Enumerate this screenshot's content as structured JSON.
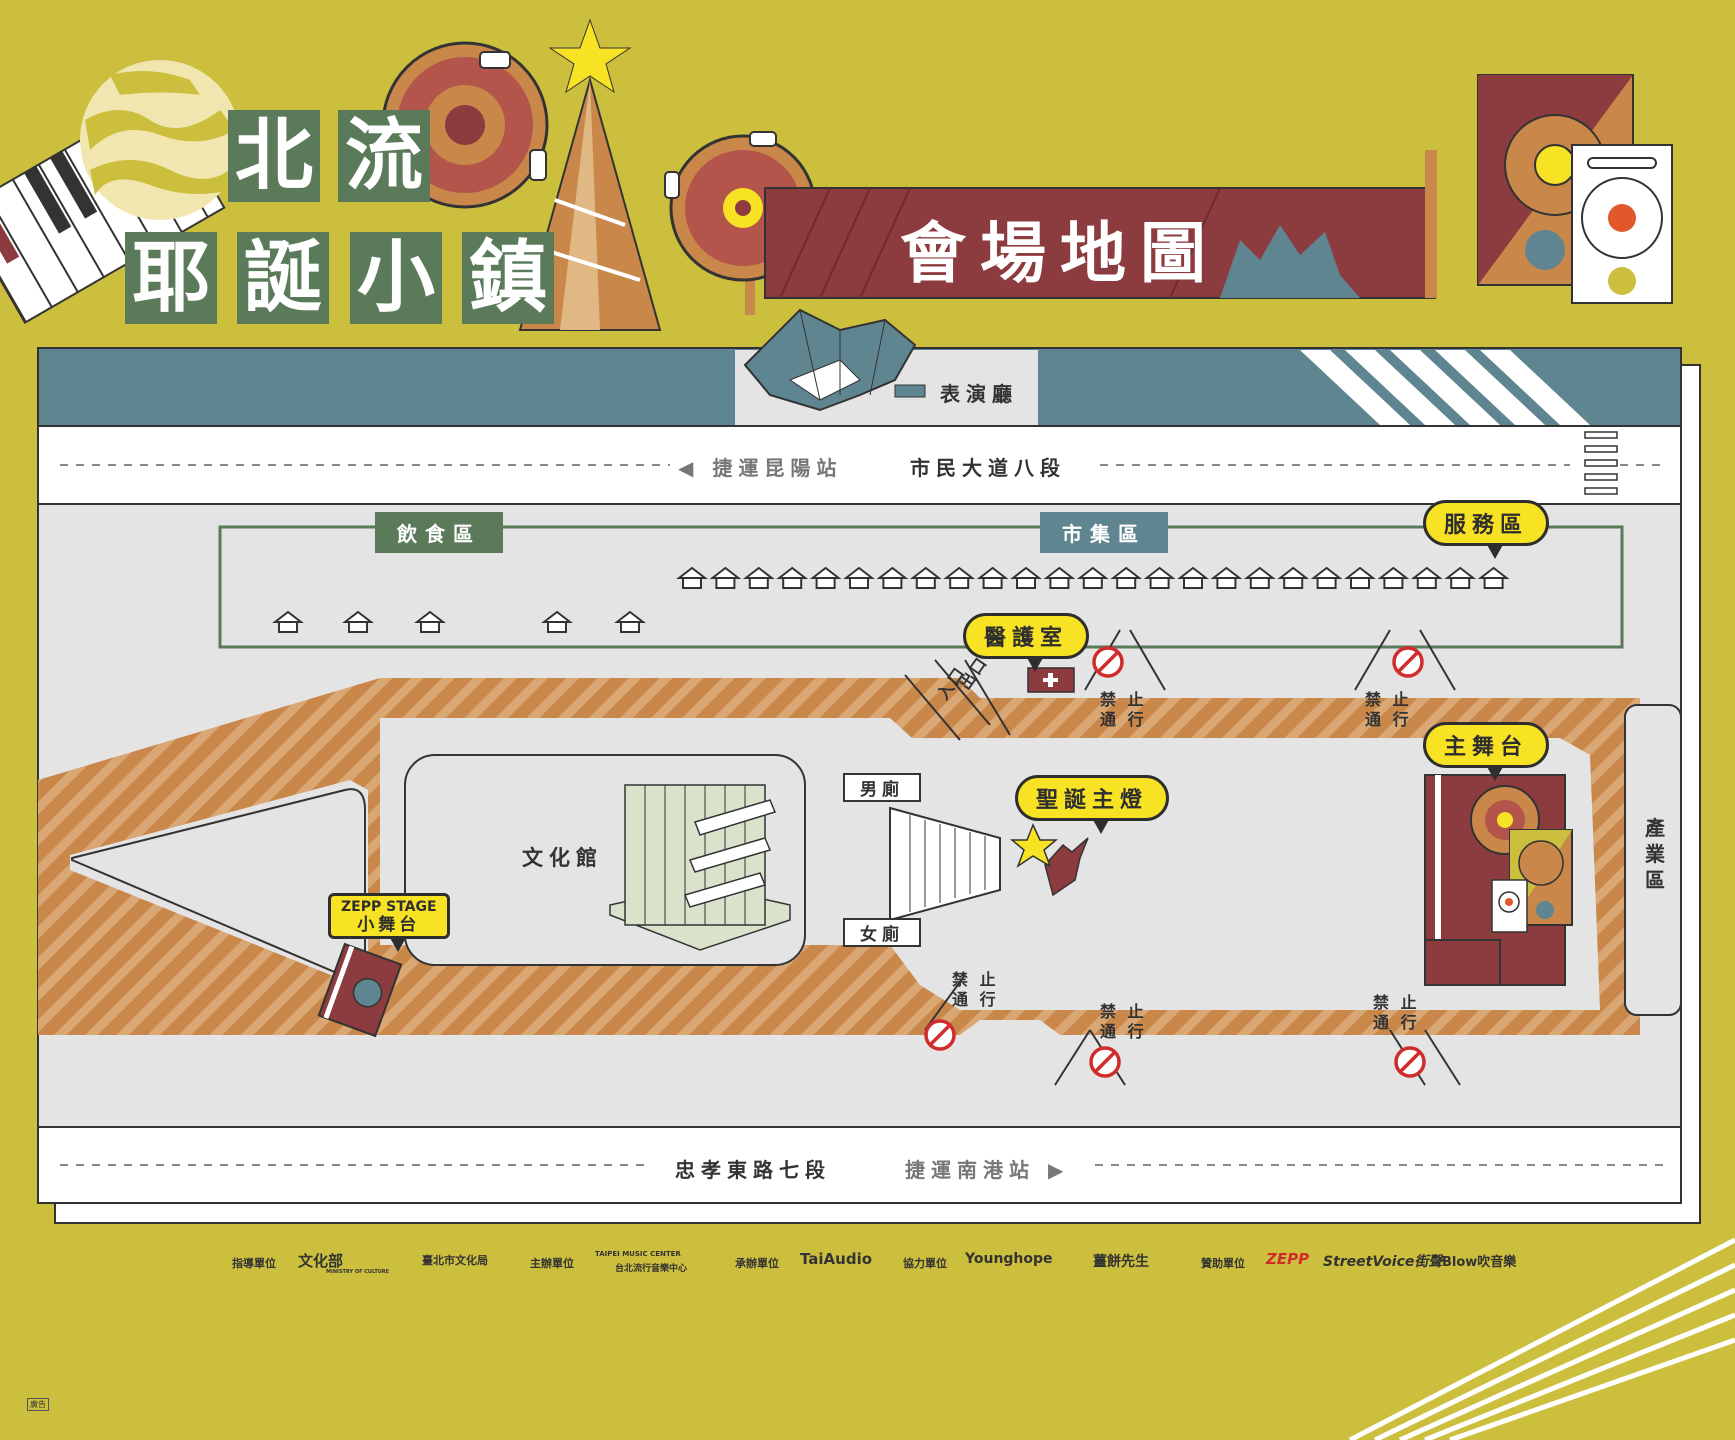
{
  "title": {
    "line1": [
      "北",
      "流"
    ],
    "line2": [
      "耶",
      "誕",
      "小",
      "鎮"
    ],
    "banner": "會場地圖"
  },
  "buildings": {
    "concert_hall": "表演廳",
    "culture_hall": "文化館"
  },
  "roads": {
    "north": "市民大道八段",
    "north_station": "◀ 捷運昆陽站",
    "south": "忠孝東路七段",
    "south_station": "捷運南港站 ▶"
  },
  "zones": {
    "food": "飲食區",
    "market": "市集區",
    "industry": "產業區"
  },
  "callouts": {
    "service": "服務區",
    "medical": "醫護室",
    "main_stage": "主舞台",
    "tree": "聖誕主燈",
    "zepp_line1": "ZEPP STAGE",
    "zepp_line2": "小舞台"
  },
  "facilities": {
    "men": "男廁",
    "women": "女廁",
    "entrance": "入口",
    "exit": "出口",
    "no_entry_line1": "禁 止",
    "no_entry_line2": "通 行"
  },
  "sponsors": {
    "guide_label": "指導單位",
    "guide_1": "文化部",
    "guide_1_sub": "MINISTRY OF CULTURE",
    "guide_2": "臺北市文化局",
    "host_label": "主辦單位",
    "host_1": "TAIPEI MUSIC CENTER",
    "host_1_sub": "台北流行音樂中心",
    "organizer_label": "承辦單位",
    "organizer_1": "TaiAudio",
    "co_label": "協力單位",
    "co_1": "Younghope",
    "co_2": "薑餅先生",
    "sponsor_label": "贊助單位",
    "sponsor_1": "ZEPP",
    "sponsor_2": "StreetVoice街聲",
    "sponsor_3": "Blow吹音樂"
  },
  "ad_mark": "廣告",
  "colors": {
    "background": "#cdbf3e",
    "teal": "#5f8591",
    "maroon": "#8c3b3f",
    "orange": "#c9874a",
    "green": "#5a7a5a",
    "plaza": "#e4e4e4",
    "yellow": "#f7e224"
  }
}
